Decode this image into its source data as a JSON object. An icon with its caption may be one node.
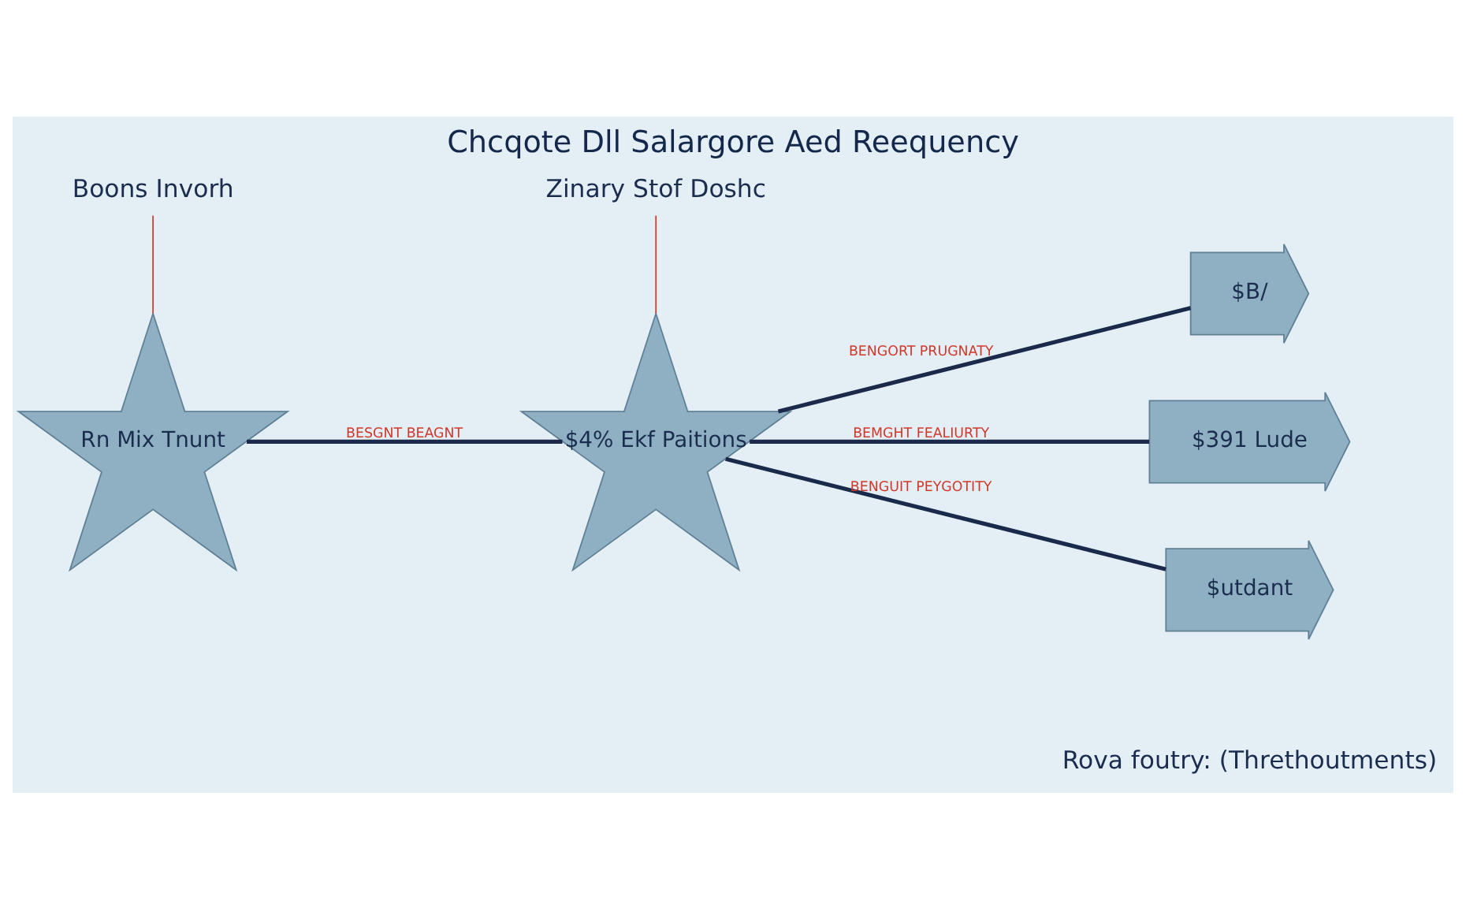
{
  "diagram": {
    "title": "Chcqote Dll Salargore Aed Reequency",
    "nodes": [
      {
        "text": [
          "Rn Mix Tnunt"
        ]
      },
      {
        "text": [
          "$4% Ekf Paitions"
        ]
      },
      {
        "text": [
          "$B/"
        ]
      },
      {
        "text": [
          "$391 Lude"
        ]
      },
      {
        "text": [
          "$utdant"
        ]
      },
      {
        "text": [
          "Boons Invorh"
        ]
      },
      {
        "text": [
          "Zinary Stof Doshc"
        ]
      }
    ],
    "edges": [
      {
        "from": 0,
        "to": 1,
        "arrow": "none",
        "label": "BESGNT BEAGNT"
      },
      {
        "from": 1,
        "to": 2,
        "arrow": "none",
        "label": "BENGORT PRUGNATY"
      },
      {
        "from": 1,
        "to": 3,
        "arrow": "none",
        "label": "BEMGHT FEALIURTY"
      },
      {
        "from": 1,
        "to": 4,
        "arrow": "none",
        "label": "BENGUIT PEYGOTITY"
      },
      {
        "from": 5,
        "to": 0,
        "arrow": "none",
        "color": "#d0392b"
      },
      {
        "from": 6,
        "to": 1,
        "arrow": "none",
        "color": "#d0392b"
      }
    ],
    "labels": [
      "Rova foutry: (Threthoutments)"
    ]
  }
}
